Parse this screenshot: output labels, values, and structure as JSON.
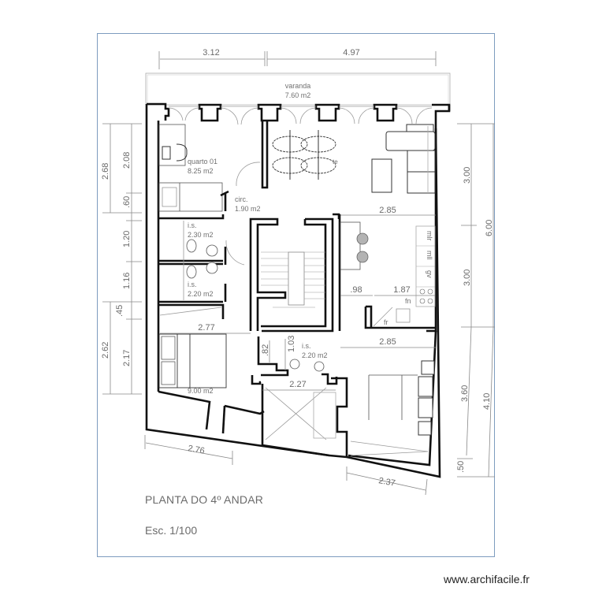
{
  "drawing": {
    "title": "PLANTA DO 4º ANDAR",
    "scale": "Esc. 1/100",
    "watermark": "www.archifacile.fr",
    "frame_color": "#7d9cbf",
    "wall_color": "#111111"
  },
  "rooms": {
    "varanda": {
      "name": "varanda",
      "area": "7.60 m2"
    },
    "quarto01": {
      "name": "quarto 01",
      "area": "8.25 m2"
    },
    "circ": {
      "name": "circ.",
      "area": "1.90 m2"
    },
    "is1": {
      "name": "i.s.",
      "area": "2.30 m2"
    },
    "is2": {
      "name": "i.s.",
      "area": "2.20 m2"
    },
    "is3": {
      "name": "i.s.",
      "area": "2.20 m2"
    },
    "quarto02": {
      "area": "9.00 m2"
    },
    "sala_fragment": "te"
  },
  "kitchen_labels": {
    "mlr": "mlr",
    "mll": "mll",
    "gv": "gv",
    "fn": "fn",
    "fr": "fr"
  },
  "dimensions": {
    "top": [
      "3.12",
      "4.97"
    ],
    "left_outer": [
      "2.68",
      "2.62"
    ],
    "left_inner": [
      "2.08",
      ".60",
      "1.20",
      "1.16",
      ".45",
      "2.17"
    ],
    "right_inner": [
      "3.00",
      "3.00",
      "3.60",
      ".50"
    ],
    "right_outer": [
      "6.00",
      "4.10"
    ],
    "bottom": [
      "2.76",
      "2.37"
    ],
    "interior": {
      "living_width": "2.85",
      "kitchen_a": ".98",
      "kitchen_b": "1.87",
      "bedroom2_width": "2.77",
      "is3_h1": ".82",
      "is3_h2": "1.03",
      "hall_width": "2.27",
      "bedroom3_width": "2.85"
    }
  }
}
